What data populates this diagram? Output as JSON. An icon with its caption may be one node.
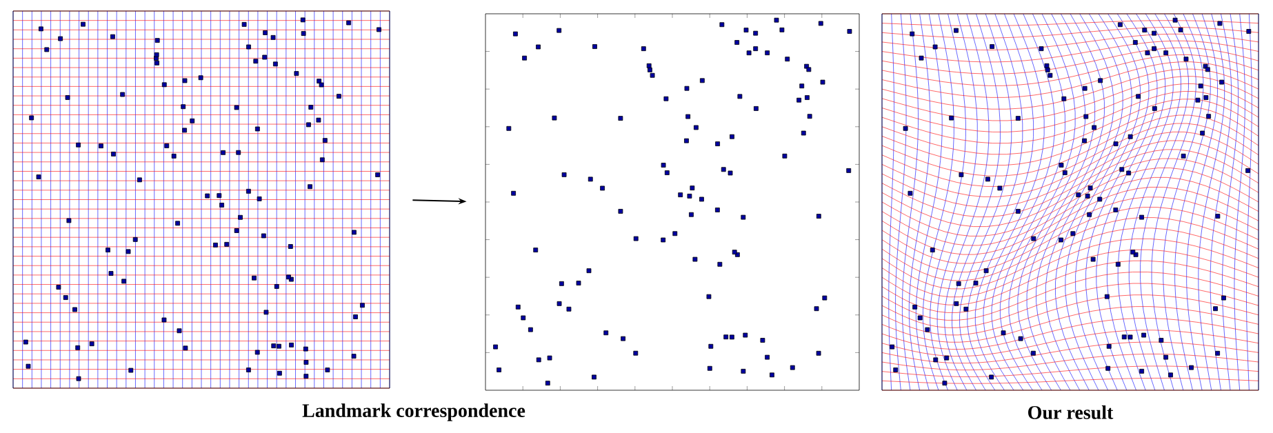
{
  "diagram": {
    "nodes": [
      {
        "text": [],
        "shape": "box"
      },
      {
        "text": [],
        "shape": "box"
      },
      {
        "text": [],
        "shape": "box",
        "beside": [
          "Our result"
        ]
      }
    ],
    "edges": [
      {
        "from": 0,
        "to": 1,
        "arrow": "to"
      }
    ],
    "labels": [
      "Landmark correspondence"
    ]
  }
}
